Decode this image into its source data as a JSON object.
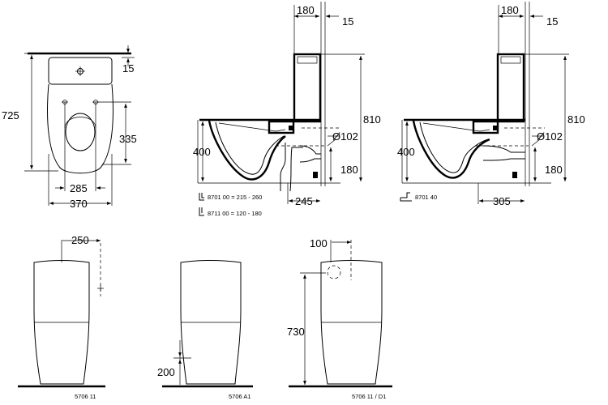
{
  "top_view": {
    "height_725": "725",
    "offset_15": "15",
    "seat_335": "335",
    "width_285": "285",
    "width_370": "370"
  },
  "side_view_1": {
    "top_180": "180",
    "top_15": "15",
    "height_810": "810",
    "height_400": "400",
    "pipe_diameter": "Ø102",
    "outlet_180": "180",
    "outlet_245": "245",
    "part_line_1": "8701 00 = 215 - 260",
    "part_line_2": "8711 00 = 120 - 180"
  },
  "side_view_2": {
    "top_180": "180",
    "top_15": "15",
    "height_810": "810",
    "height_400": "400",
    "pipe_diameter": "Ø102",
    "outlet_180": "180",
    "outlet_305": "305",
    "part_line_1": "8701 40"
  },
  "bottom_views": {
    "view_1": {
      "dim": "250",
      "code": "5706 11"
    },
    "view_2": {
      "dim": "200",
      "code": "5706 A1"
    },
    "view_3": {
      "dim_top": "100",
      "dim_height": "730",
      "code": "5706 11 / D1"
    }
  }
}
